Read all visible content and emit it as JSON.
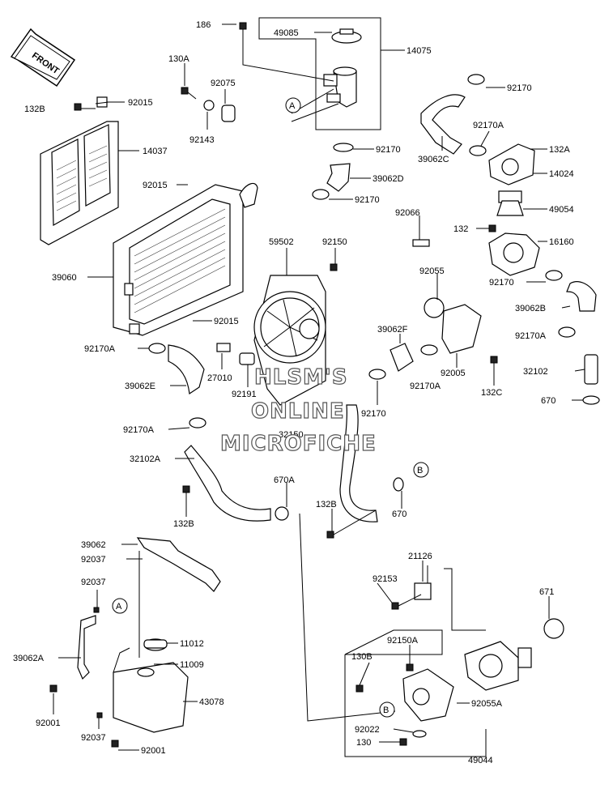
{
  "watermark": {
    "line1": "HLSM'S",
    "line2": "ONLINE",
    "line3": "MICROFICHE"
  },
  "front_badge": {
    "text": "FRONT"
  },
  "callouts": {
    "a": "A",
    "b": "B"
  },
  "parts": {
    "p186": "186",
    "p49085": "49085",
    "p14075": "14075",
    "p130A": "130A",
    "p92075": "92075",
    "p132B_top": "132B",
    "p92015_top": "92015",
    "p92170_top": "92170",
    "p92143": "92143",
    "p14037": "14037",
    "p92170_mid": "92170",
    "p39062C": "39062C",
    "p92170A_top": "92170A",
    "p132A": "132A",
    "p39062D": "39062D",
    "p14024": "14024",
    "p92015_mid": "92015",
    "p92170_b": "92170",
    "p49054": "49054",
    "p92066": "92066",
    "p132": "132",
    "p59502": "59502",
    "p92150": "92150",
    "p16160": "16160",
    "p39060": "39060",
    "p92055": "92055",
    "p92170_c": "92170",
    "p92015_low": "92015",
    "p39062B": "39062B",
    "p39062F": "39062F",
    "p92170A_r": "92170A",
    "p92170A_l": "92170A",
    "p27010": "27010",
    "p92005": "92005",
    "p32102": "32102",
    "p92170A_m": "92170A",
    "p39062E": "39062E",
    "p92191": "92191",
    "p132C": "132C",
    "p670_r": "670",
    "p92170_d": "92170",
    "p32150": "32150",
    "p92170A_low": "92170A",
    "p32102A": "32102A",
    "p670A": "670A",
    "p132B_mid": "132B",
    "p670_m": "670",
    "p132B_low": "132B",
    "p39062": "39062",
    "p21126": "21126",
    "p92037_a": "92037",
    "p92037_b": "92037",
    "p92153": "92153",
    "p671": "671",
    "p11012": "11012",
    "p92150A": "92150A",
    "p39062A": "39062A",
    "p11009": "11009",
    "p130B": "130B",
    "p43078": "43078",
    "p92055A": "92055A",
    "p92001_a": "92001",
    "p92022": "92022",
    "p92037_c": "92037",
    "p130": "130",
    "p92001_b": "92001",
    "p49044": "49044"
  }
}
